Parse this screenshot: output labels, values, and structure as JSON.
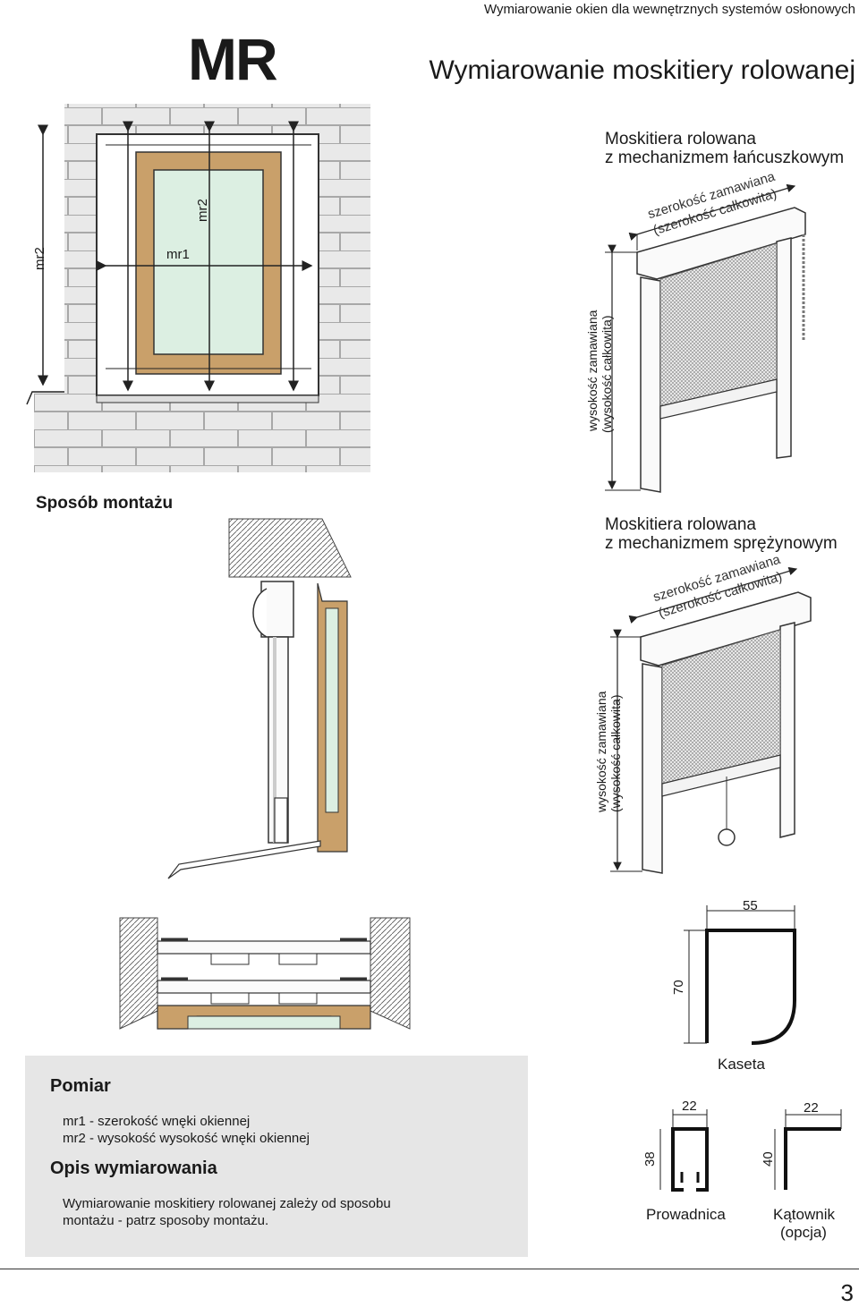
{
  "header": {
    "subtitle": "Wymiarowanie okien dla wewnętrznych systemów osłonowych",
    "product_code": "MR",
    "title": "Wymiarowanie moskitiery rolowanej"
  },
  "window_drawing": {
    "labels": {
      "mr2_left": "mr2",
      "mr2_inner": "mr2",
      "mr1": "mr1"
    }
  },
  "chain_section": {
    "title_line1": "Moskitiera rolowana",
    "title_line2": "z mechanizmem łańcuszkowym",
    "width_line1": "szerokość zamawiana",
    "width_line2": "(szerokość całkowita)",
    "height_line1": "wysokość zamawiana",
    "height_line2": "(wysokość całkowita)"
  },
  "mount_section": {
    "title": "Sposób montażu"
  },
  "spring_section": {
    "title_line1": "Moskitiera rolowana",
    "title_line2": "z mechanizmem sprężynowym",
    "width_line1": "szerokość zamawiana",
    "width_line2": "(szerokość całkowita)",
    "height_line1": "wysokość zamawiana",
    "height_line2": "(wysokość całkowita)"
  },
  "profiles": {
    "kaseta": {
      "label": "Kaseta",
      "width": "55",
      "height": "70"
    },
    "prowadnica": {
      "label": "Prowadnica",
      "width": "22",
      "height": "38"
    },
    "katownik": {
      "label_line1": "Kątownik",
      "label_line2": "(opcja)",
      "width": "22",
      "height": "40"
    }
  },
  "info_box": {
    "pomiar_title": "Pomiar",
    "mr1_def": "mr1 - szerokość wnęki okiennej",
    "mr2_def": "mr2 - wysokość wysokość wnęki okiennej",
    "opis_title": "Opis wymiarowania",
    "opis_line1": "Wymiarowanie moskitiery rolowanej zależy od sposobu",
    "opis_line2": "montażu - patrz sposoby montażu."
  },
  "page_number": "3",
  "colors": {
    "frame": "#c9a06a",
    "glass": "#dcefe2",
    "brick": "#e9e9e9",
    "brick_line": "#aaaaaa",
    "infobox": "#e6e6e6"
  }
}
